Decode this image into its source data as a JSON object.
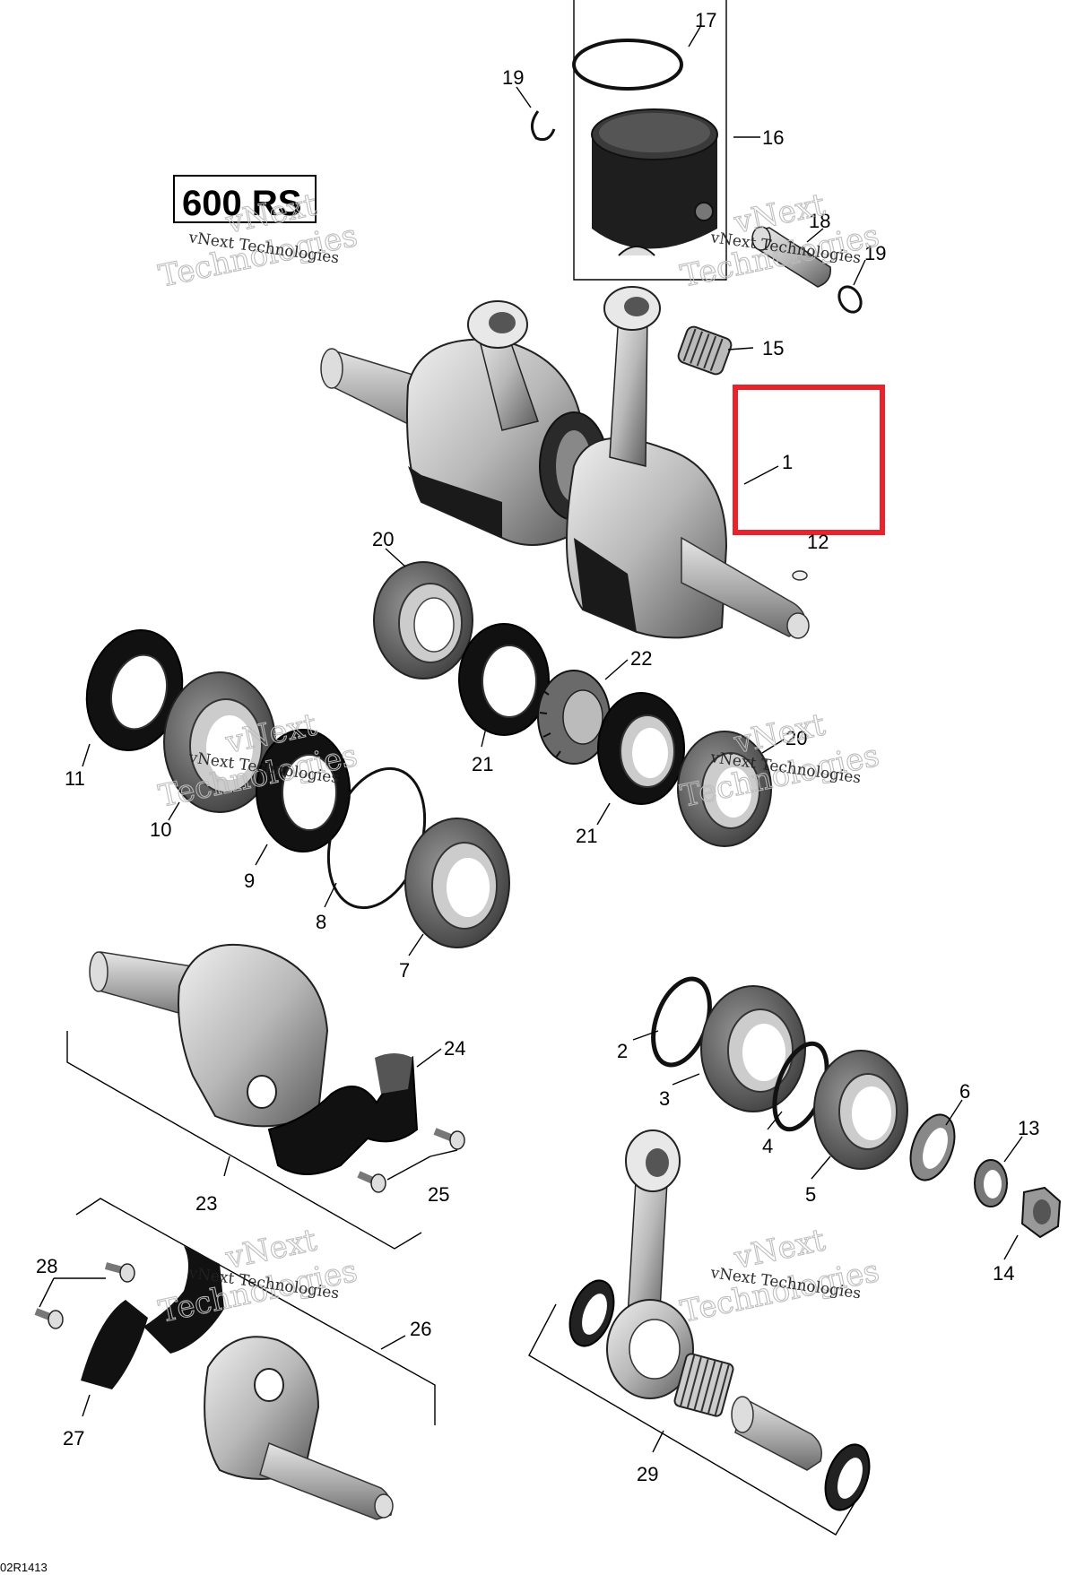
{
  "model_label": "600 RS",
  "drawing_code": "02R1413",
  "watermark": {
    "line1": "vNext Technologies",
    "line2_a": "vNext",
    "line2_b": "Technologies"
  },
  "highlight": {
    "color": "#e8232b",
    "target_callout": "1"
  },
  "callouts": {
    "c1": "1",
    "c2": "2",
    "c3": "3",
    "c4": "4",
    "c5": "5",
    "c6": "6",
    "c7": "7",
    "c8": "8",
    "c9": "9",
    "c10": "10",
    "c11": "11",
    "c12": "12",
    "c13": "13",
    "c14": "14",
    "c15": "15",
    "c16": "16",
    "c17": "17",
    "c18": "18",
    "c19a": "19",
    "c19b": "19",
    "c20a": "20",
    "c20b": "20",
    "c21a": "21",
    "c21b": "21",
    "c22": "22",
    "c23": "23",
    "c24": "24",
    "c25": "25",
    "c26": "26",
    "c27": "27",
    "c28": "28",
    "c29": "29"
  }
}
